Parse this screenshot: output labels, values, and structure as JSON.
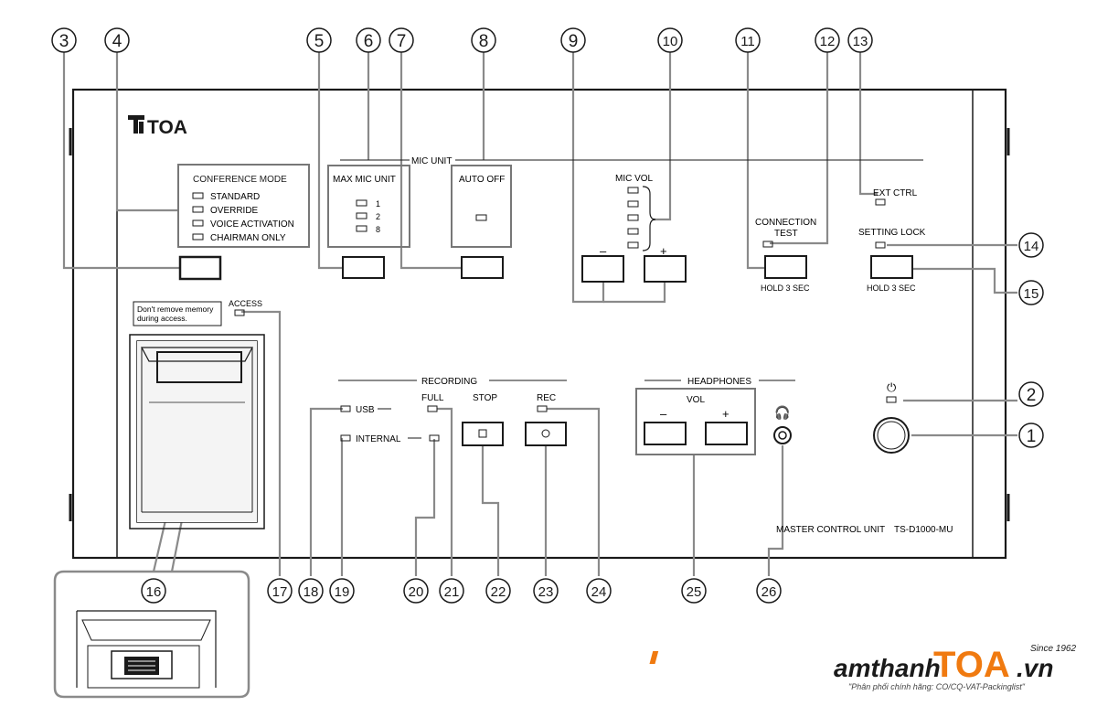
{
  "brand": {
    "logo": "TOA"
  },
  "panel_labels": {
    "conference_mode_title": "CONFERENCE MODE",
    "mode_standard": "STANDARD",
    "mode_override": "OVERRIDE",
    "mode_voice_activation": "VOICE ACTIVATION",
    "mode_chairman_only": "CHAIRMAN ONLY",
    "mic_unit": "MIC UNIT",
    "max_mic_unit": "MAX MIC UNIT",
    "max_opt_1": "1",
    "max_opt_2": "2",
    "max_opt_8": "8",
    "auto_off": "AUTO OFF",
    "mic_vol": "MIC VOL",
    "minus": "–",
    "plus": "+",
    "ext_ctrl": "EXT CTRL",
    "connection": "CONNECTION",
    "test": "TEST",
    "hold_3_sec_a": "HOLD 3 SEC",
    "setting_lock": "SETTING LOCK",
    "hold_3_sec_b": "HOLD 3 SEC",
    "memory_note_1": "Don't remove memory",
    "memory_note_2": "during access.",
    "access": "ACCESS",
    "recording": "RECORDING",
    "usb": "USB",
    "internal": "INTERNAL",
    "full": "FULL",
    "stop": "STOP",
    "rec": "REC",
    "headphones": "HEADPHONES",
    "vol": "VOL",
    "vol_minus": "–",
    "vol_plus": "+",
    "power_symbol": "⏻",
    "headphone_symbol": "🎧",
    "model_name": "MASTER CONTROL UNIT",
    "model_number": "TS-D1000-MU"
  },
  "callouts": {
    "n1": "1",
    "n2": "2",
    "n3": "3",
    "n4": "4",
    "n5": "5",
    "n6": "6",
    "n7": "7",
    "n8": "8",
    "n9": "9",
    "n10": "10",
    "n11": "11",
    "n12": "12",
    "n13": "13",
    "n14": "14",
    "n15": "15",
    "n16": "16",
    "n17": "17",
    "n18": "18",
    "n19": "19",
    "n20": "20",
    "n21": "21",
    "n22": "22",
    "n23": "23",
    "n24": "24",
    "n25": "25",
    "n26": "26"
  },
  "watermark": {
    "site_prefix": "amthanh",
    "site_brand": "TOA",
    "site_suffix": ".vn",
    "since": "Since 1962",
    "tagline": "\"Phân phối chính hãng: CO/CQ-VAT-Packinglist\""
  },
  "colors": {
    "line": "#1a1a1a",
    "callout_line": "#888888",
    "watermark_orange": "#f07a10"
  }
}
